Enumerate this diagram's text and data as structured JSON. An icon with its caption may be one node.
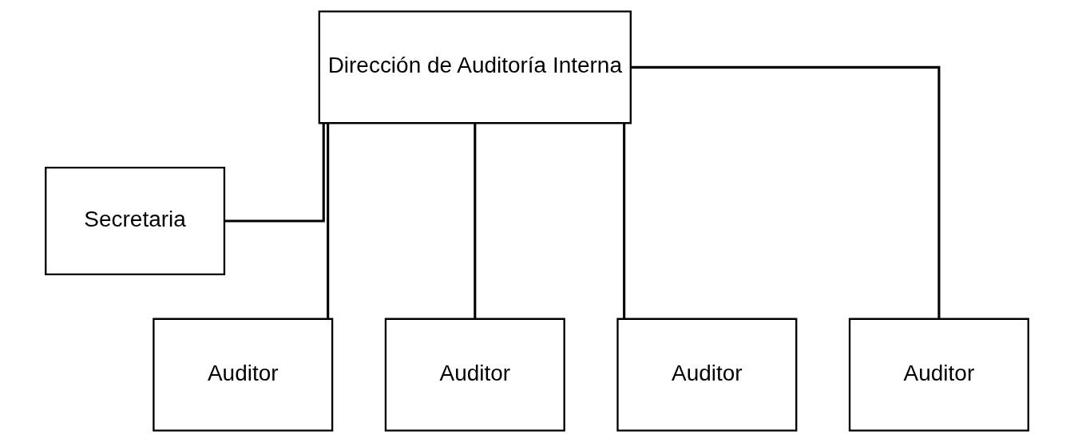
{
  "diagram": {
    "nodes": [
      {
        "text": [
          "Dirección de Auditoría Interna"
        ]
      },
      {
        "text": [
          "Secretaria"
        ]
      },
      {
        "text": [
          "Auditor"
        ]
      },
      {
        "text": [
          "Auditor"
        ]
      },
      {
        "text": [
          "Auditor"
        ]
      },
      {
        "text": [
          "Auditor"
        ]
      }
    ],
    "edges": [
      {
        "from": 0,
        "to": 1,
        "arrow": "none"
      },
      {
        "from": 0,
        "to": 2,
        "arrow": "none"
      },
      {
        "from": 0,
        "to": 3,
        "arrow": "none"
      },
      {
        "from": 0,
        "to": 4,
        "arrow": "none"
      },
      {
        "from": 0,
        "to": 5,
        "arrow": "none"
      }
    ]
  }
}
